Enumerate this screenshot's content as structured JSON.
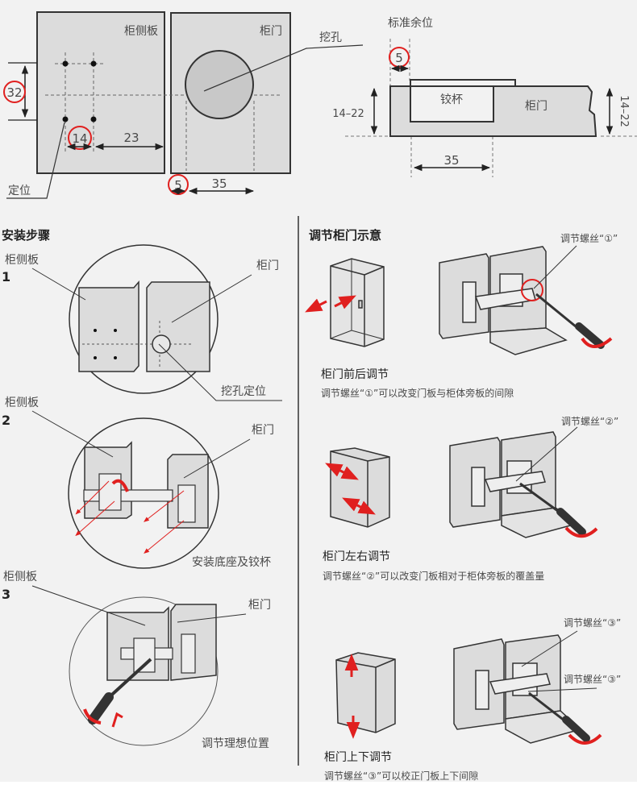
{
  "colors": {
    "background": "#f2f2f2",
    "panel": "#dcdcdc",
    "accent_red": "#e0201f",
    "line": "#333333"
  },
  "top_left": {
    "side_panel_label": "柜侧板",
    "door_label": "柜门",
    "hole_label": "挖孔",
    "locate_label": "定位",
    "dim_32": "32",
    "dim_14": "14",
    "dim_23": "23",
    "dim_5": "5",
    "dim_35": "35"
  },
  "top_right": {
    "standard_margin_label": "标准余位",
    "dim_5": "5",
    "cup_label": "铰杯",
    "door_label": "柜门",
    "thickness_left": "14–22",
    "thickness_right": "14–22",
    "dim_35": "35"
  },
  "install": {
    "title": "安装步骤",
    "steps": [
      {
        "number": "1",
        "side_label": "柜侧板",
        "door_label": "柜门",
        "caption": "挖孔定位"
      },
      {
        "number": "2",
        "side_label": "柜侧板",
        "door_label": "柜门",
        "caption": "安装底座及铰杯"
      },
      {
        "number": "3",
        "side_label": "柜侧板",
        "door_label": "柜门",
        "caption": "调节理想位置"
      }
    ]
  },
  "adjust": {
    "title": "调节柜门示意",
    "items": [
      {
        "screw_label": "调节螺丝“①”",
        "title": "柜门前后调节",
        "desc": "调节螺丝“①”可以改变门板与柜体旁板的间隙"
      },
      {
        "screw_label": "调节螺丝“②”",
        "title": "柜门左右调节",
        "desc": "调节螺丝“②”可以改变门板相对于柜体旁板的覆盖量"
      },
      {
        "screw_label": "调节螺丝“③”",
        "screw_label_2": "调节螺丝“③”",
        "title": "柜门上下调节",
        "desc": "调节螺丝“③”可以校正门板上下间隙"
      }
    ]
  }
}
